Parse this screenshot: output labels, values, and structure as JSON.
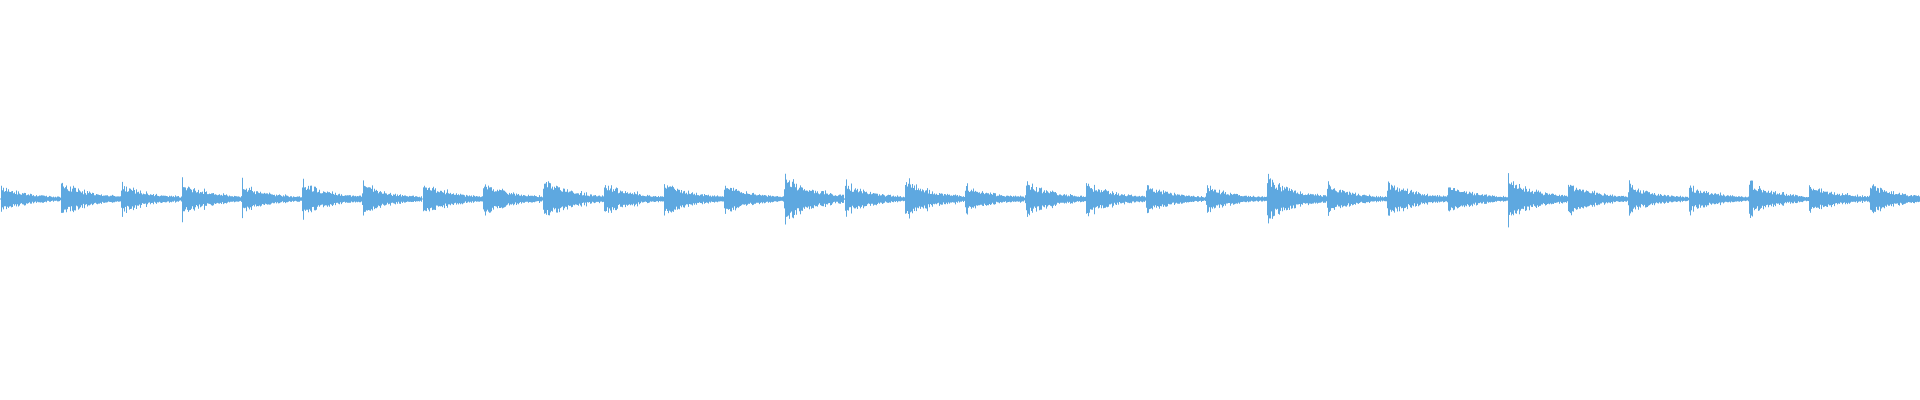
{
  "waveform": {
    "color": "#5ea8e0",
    "background": "#ffffff",
    "beat_count": 32,
    "beat_peaks": [
      0.45,
      0.62,
      0.52,
      0.58,
      0.48,
      0.6,
      0.5,
      0.56,
      0.57,
      0.72,
      0.55,
      0.57,
      0.5,
      0.82,
      0.55,
      0.63,
      0.48,
      0.6,
      0.56,
      0.48,
      0.46,
      0.76,
      0.5,
      0.62,
      0.52,
      0.74,
      0.55,
      0.48,
      0.44,
      0.58,
      0.52,
      0.55
    ]
  }
}
